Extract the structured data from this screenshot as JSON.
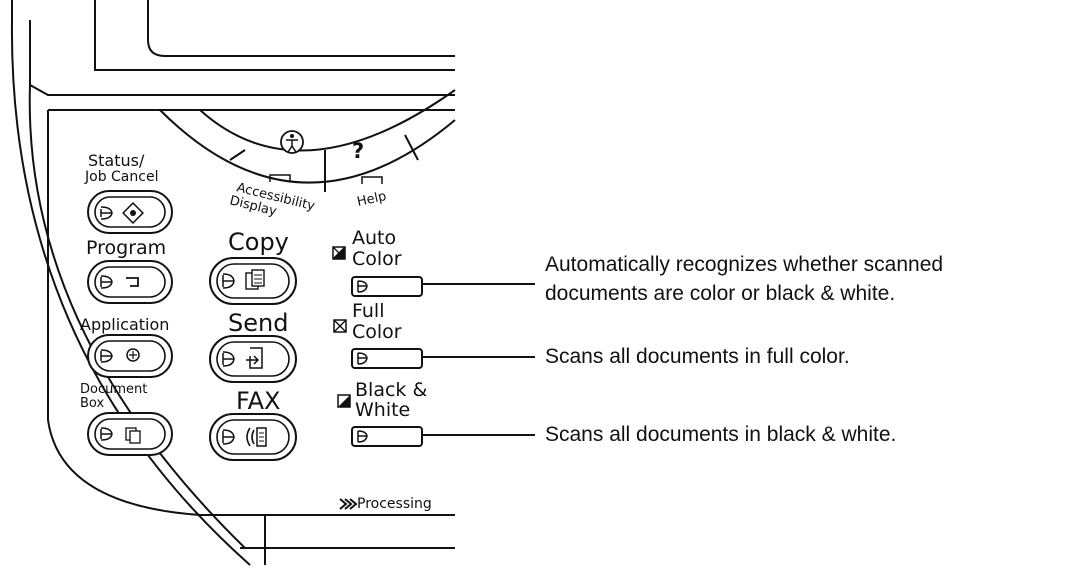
{
  "left_buttons": [
    {
      "label_line1": "Status/",
      "label_line2": "Job Cancel",
      "icon": "status-diamond-icon"
    },
    {
      "label_line1": "Program",
      "label_line2": "",
      "icon": "program-arrow-icon"
    },
    {
      "label_line1": "Application",
      "label_line2": "",
      "icon": "application-icon"
    },
    {
      "label_line1": "Document",
      "label_line2": "Box",
      "icon": "document-box-icon"
    }
  ],
  "middle_buttons": [
    {
      "label": "Copy",
      "icon": "copy-icon"
    },
    {
      "label": "Send",
      "icon": "send-icon"
    },
    {
      "label": "FAX",
      "icon": "fax-icon"
    }
  ],
  "top_arc": {
    "accessibility_label_line1": "Accessibility",
    "accessibility_label_line2": "Display",
    "help_label": "Help",
    "accessibility_icon": "accessibility-person-icon",
    "help_glyph": "?"
  },
  "color_keys": [
    {
      "label_line1": "Auto",
      "label_line2": "Color",
      "icon": "auto-color-icon",
      "description_line1": "Automatically recognizes whether scanned",
      "description_line2": "documents are color or black & white."
    },
    {
      "label_line1": "Full",
      "label_line2": "Color",
      "icon": "full-color-icon",
      "description_line1": "Scans all documents in full color.",
      "description_line2": ""
    },
    {
      "label_line1": "Black &",
      "label_line2": "White",
      "icon": "black-white-icon",
      "description_line1": "Scans all documents in black & white.",
      "description_line2": ""
    }
  ],
  "processing_indicator": {
    "label": "Processing",
    "icon": "processing-chevrons-icon"
  }
}
